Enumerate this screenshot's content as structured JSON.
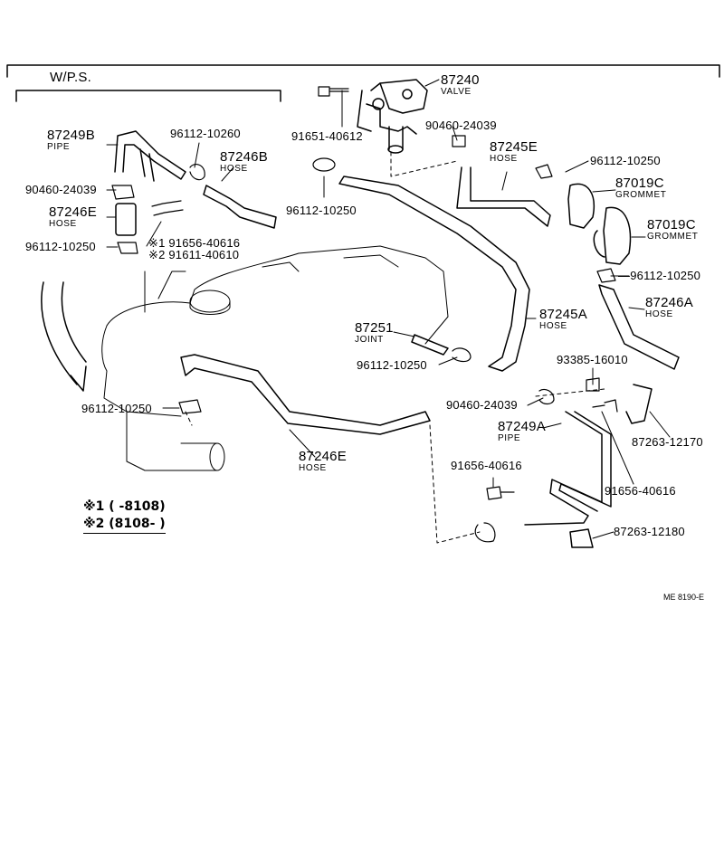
{
  "section_title": "W/P.S.",
  "diagram_code": "ME 8190-E",
  "notes": [
    {
      "mark": "※1",
      "range": "(      -8108)"
    },
    {
      "mark": "※2",
      "range": "(8108-      )"
    }
  ],
  "callouts": {
    "valve_87240": {
      "part": "87240",
      "name": "VALVE"
    },
    "bolt_91651": {
      "part": "91651-40612"
    },
    "clamp_90460_top": {
      "part": "90460-24039"
    },
    "hose_87245e": {
      "part": "87245E",
      "name": "HOSE"
    },
    "clip_96112_top_right": {
      "part": "96112-10250"
    },
    "grommet_87019c_a": {
      "part": "87019C",
      "name": "GROMMET"
    },
    "grommet_87019c_b": {
      "part": "87019C",
      "name": "GROMMET"
    },
    "clip_96112_right": {
      "part": "96112-10250"
    },
    "hose_87246a": {
      "part": "87246A",
      "name": "HOSE"
    },
    "hose_87245a": {
      "part": "87245A",
      "name": "HOSE"
    },
    "joint_87251": {
      "part": "87251",
      "name": "JOINT"
    },
    "clip_96112_joint": {
      "part": "96112-10250"
    },
    "clip_96112_center": {
      "part": "96112-10250"
    },
    "pipe_87249b": {
      "part": "87249B",
      "name": "PIPE"
    },
    "clip_96112_ws": {
      "part": "96112-10260"
    },
    "hose_87246b": {
      "part": "87246B",
      "name": "HOSE"
    },
    "clamp_90460_ws": {
      "part": "90460-24039"
    },
    "hose_87246e_ws": {
      "part": "87246E",
      "name": "HOSE"
    },
    "clip_96112_ws_low": {
      "part": "96112-10250"
    },
    "bolt_alt_1": {
      "mark": "※1",
      "part": "91656-40616"
    },
    "bolt_alt_2": {
      "mark": "※2",
      "part": "91611-40610"
    },
    "clip_96112_left": {
      "part": "96112-10250"
    },
    "hose_87246e_main": {
      "part": "87246E",
      "name": "HOSE"
    },
    "bolt_93385": {
      "part": "93385-16010"
    },
    "clamp_90460_low": {
      "part": "90460-24039"
    },
    "pipe_87249a": {
      "part": "87249A",
      "name": "PIPE"
    },
    "bracket_87263_12170": {
      "part": "87263-12170"
    },
    "bolt_91656_left": {
      "part": "91656-40616"
    },
    "bolt_91656_right": {
      "part": "91656-40616"
    },
    "bracket_87263_12180": {
      "part": "87263-12180"
    }
  }
}
